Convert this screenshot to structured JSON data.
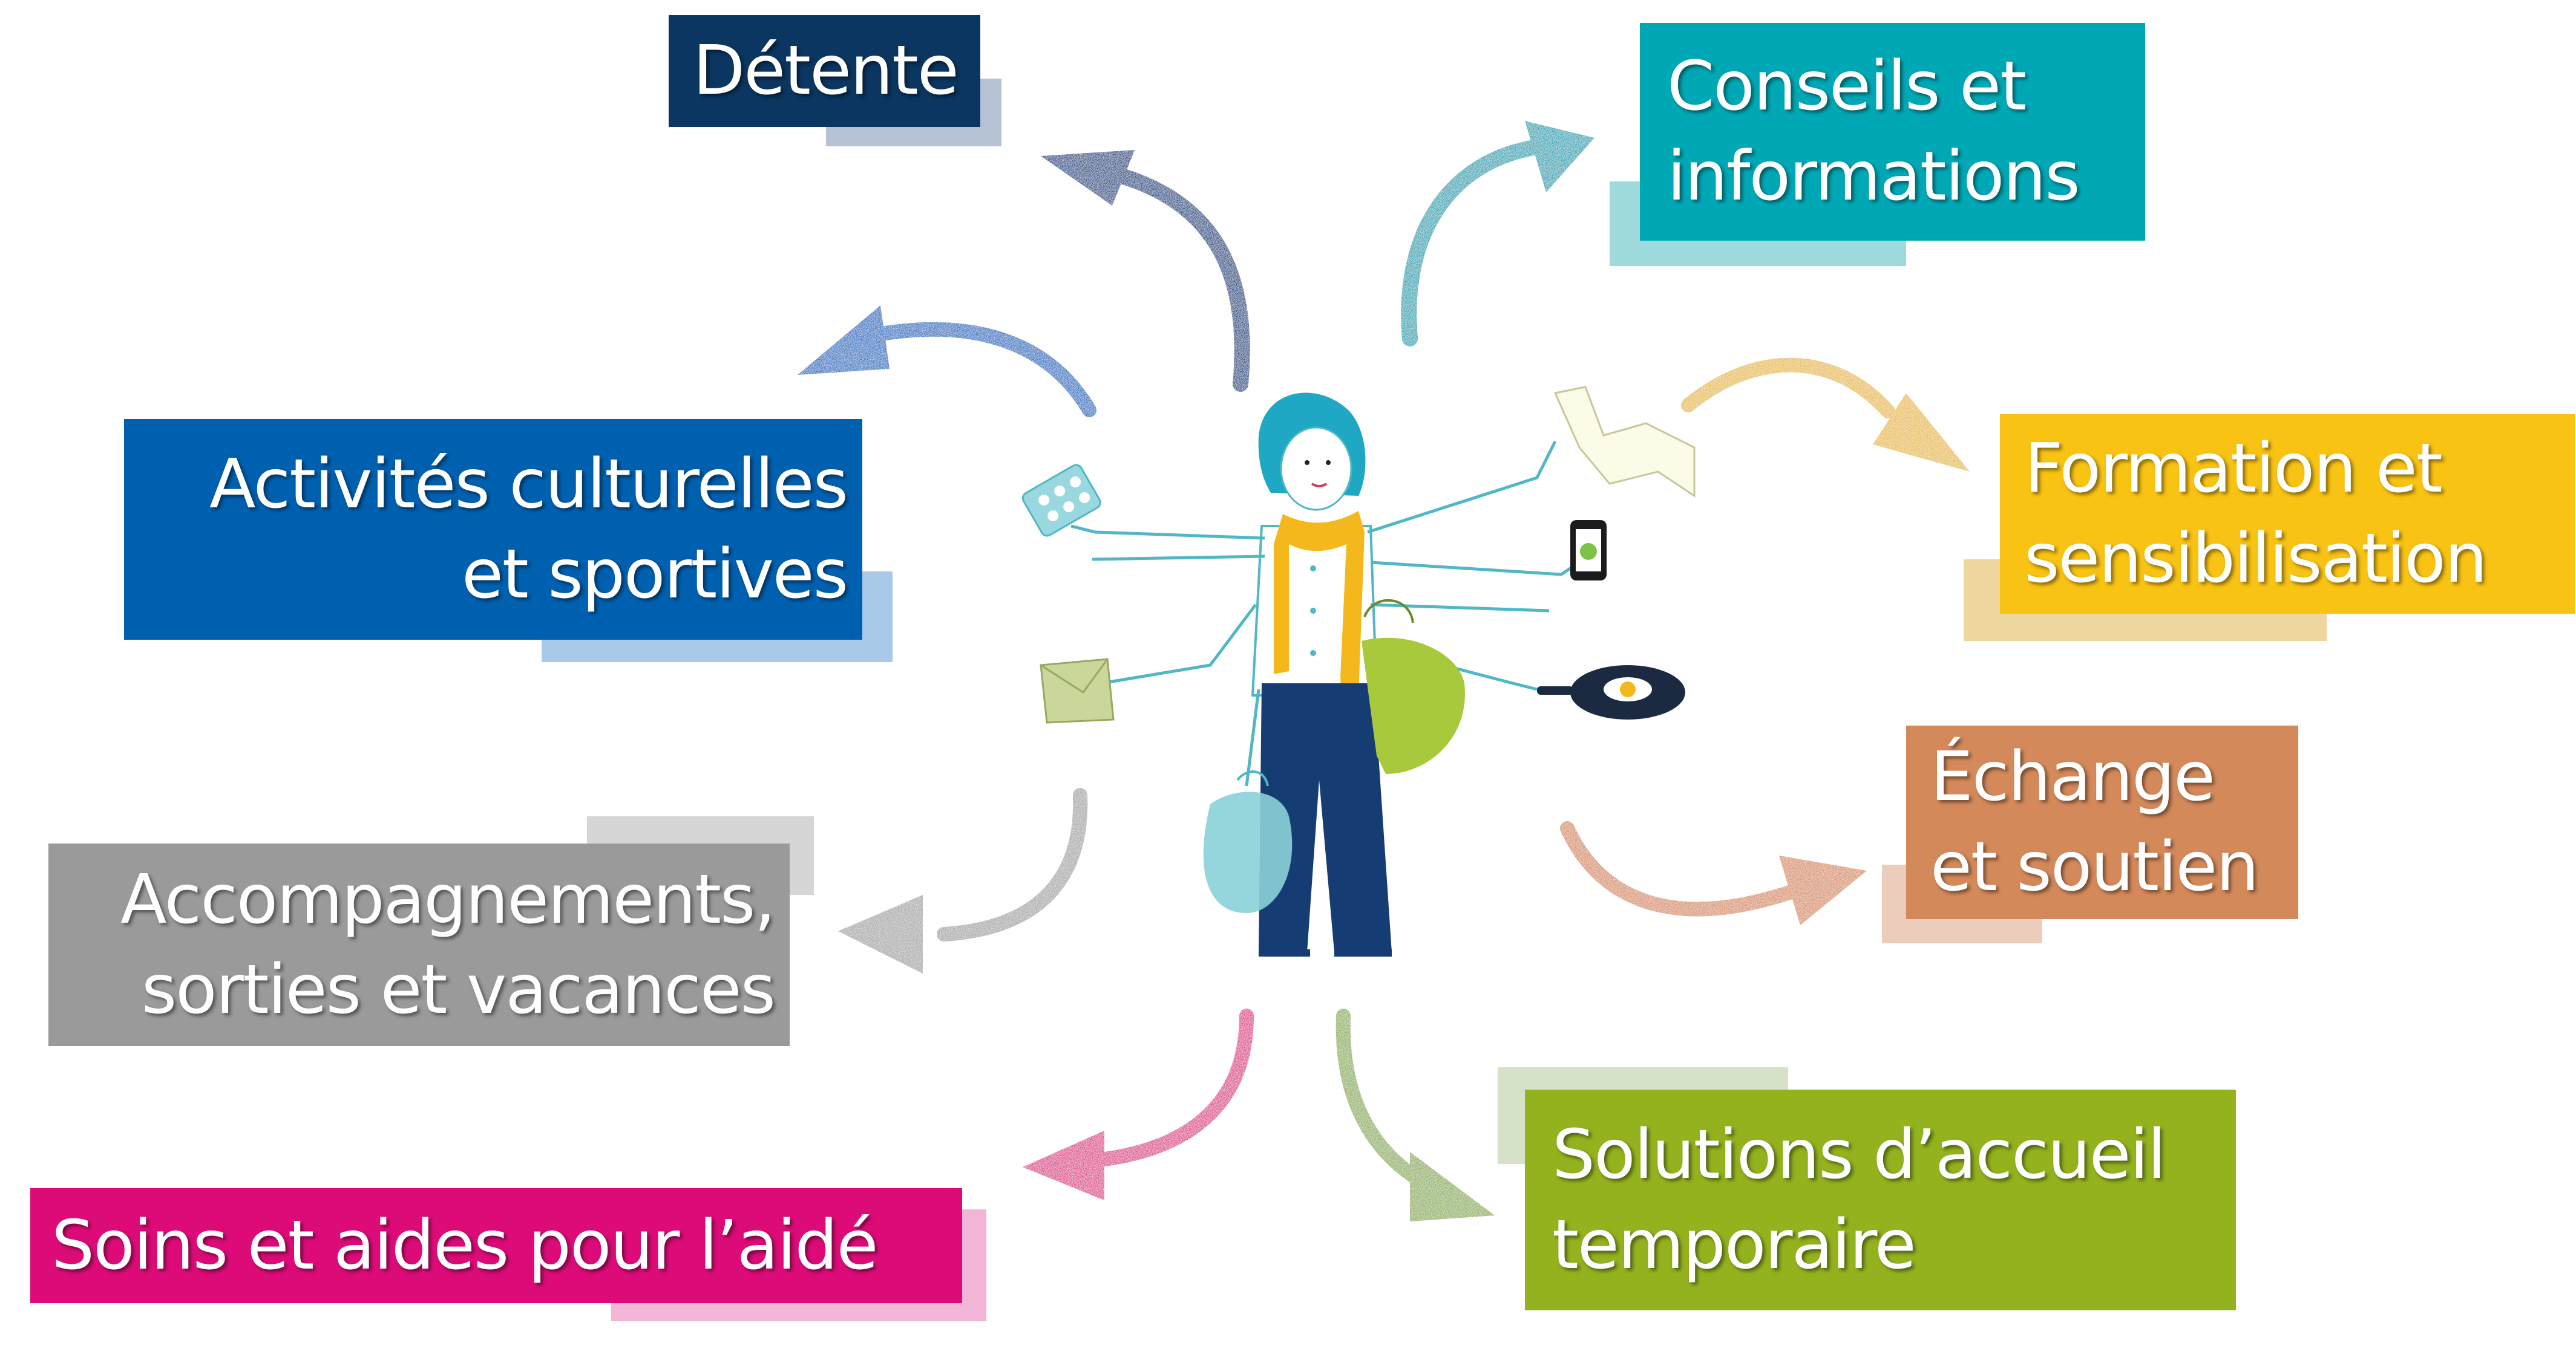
{
  "topics": [
    {
      "id": "detente",
      "lines": [
        "Détente"
      ],
      "color": "#0b3661",
      "shadow": "#b4c2d4"
    },
    {
      "id": "conseils",
      "lines": [
        "Conseils et",
        "informations"
      ],
      "color": "#00a8b5",
      "shadow": "#9ed9dc"
    },
    {
      "id": "activites",
      "lines": [
        "Activités culturelles",
        "et sportives"
      ],
      "color": "#0060b0",
      "shadow": "#a9c9e8"
    },
    {
      "id": "formation",
      "lines": [
        "Formation et",
        "sensibilisation"
      ],
      "color": "#f9c313",
      "shadow": "#eed79e"
    },
    {
      "id": "accompagnements",
      "lines": [
        "Accompagnements,",
        "sorties et vacances"
      ],
      "color": "#9a9a9a",
      "shadow": "#d6d6d6"
    },
    {
      "id": "echange",
      "lines": [
        "Échange",
        "et soutien"
      ],
      "color": "#d4895a",
      "shadow": "#eccdbb"
    },
    {
      "id": "soins",
      "lines": [
        "Soins et aides pour l’aidé"
      ],
      "color": "#dd0b78",
      "shadow": "#f3b5d5"
    },
    {
      "id": "solutions",
      "lines": [
        "Solutions d’accueil",
        "temporaire"
      ],
      "color": "#93b21e",
      "shadow": "#d6e2c8"
    }
  ],
  "arrow_colors": {
    "detente": "#1d4a88",
    "conseils": "#23a6b6",
    "activites": "#2472c4",
    "formation": "#e9bd4a",
    "accompagnements": "#a8a8a8",
    "echange": "#d99068",
    "soins": "#de3f8c",
    "solutions": "#8fb05a"
  },
  "illustration": {
    "name": "caregiver-figure",
    "hair": "#1fa8c3",
    "scarf": "#f5b81c",
    "trousers": "#163d73",
    "bag": "#8ad1d8",
    "tote": "#a8c93c",
    "line": "#4fb7c6"
  }
}
